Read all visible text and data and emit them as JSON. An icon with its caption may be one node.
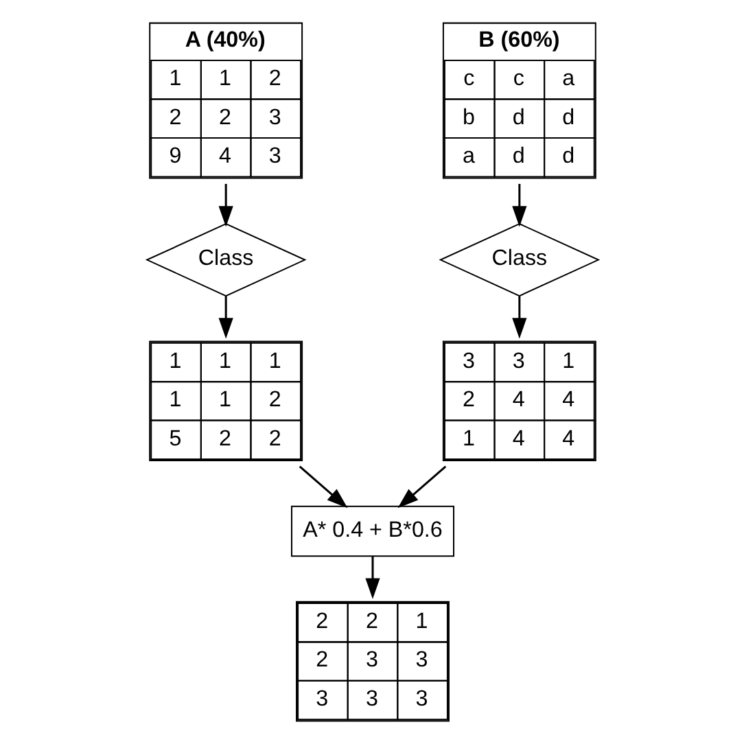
{
  "diagram": {
    "nodes": [
      {
        "text": [
          "A (40%)",
          "1",
          "1",
          "2",
          "2",
          "2",
          "3",
          "9",
          "4",
          "3"
        ]
      },
      {
        "text": [
          "B (60%)",
          "c",
          "c",
          "a",
          "b",
          "d",
          "d",
          "a",
          "d",
          "d"
        ]
      },
      {
        "text": [
          "Class"
        ]
      },
      {
        "text": [
          "Class"
        ]
      },
      {
        "text": [
          "1",
          "1",
          "1",
          "1",
          "1",
          "2",
          "5",
          "2",
          "2"
        ]
      },
      {
        "text": [
          "3",
          "3",
          "1",
          "2",
          "4",
          "4",
          "1",
          "4",
          "4"
        ]
      },
      {
        "text": [
          "A* 0.4 + B*0.6"
        ]
      },
      {
        "text": [
          "2",
          "2",
          "1",
          "2",
          "3",
          "3",
          "3",
          "3",
          "3"
        ]
      }
    ],
    "edges": [
      {
        "from": 0,
        "to": 2,
        "arrow": "to"
      },
      {
        "from": 2,
        "to": 4,
        "arrow": "to"
      },
      {
        "from": 1,
        "to": 3,
        "arrow": "to"
      },
      {
        "from": 3,
        "to": 5,
        "arrow": "to"
      },
      {
        "from": 4,
        "to": 6,
        "arrow": "to"
      },
      {
        "from": 5,
        "to": 6,
        "arrow": "to"
      },
      {
        "from": 6,
        "to": 7,
        "arrow": "to"
      }
    ]
  }
}
